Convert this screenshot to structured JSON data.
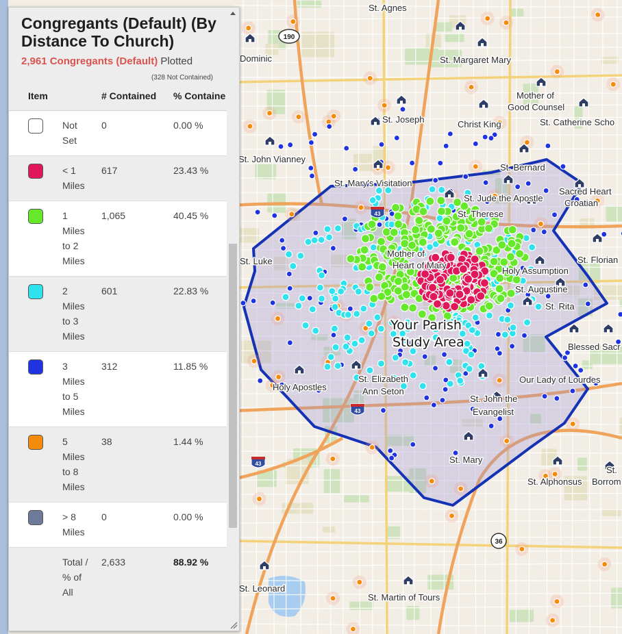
{
  "panel": {
    "title": "Congregants (Default) (By Distance To Church)",
    "plotted_count": "2,961 Congregants (Default)",
    "plotted_suffix": " Plotted",
    "not_contained": "(328 Not Contained)",
    "columns": {
      "item": "Item",
      "contained": "# Contained",
      "percent": "% Containe"
    },
    "rows": [
      {
        "label": "Not Set",
        "contained": "0",
        "percent": "0.00 %",
        "color": "#ffffff"
      },
      {
        "label": "< 1 Miles",
        "contained": "617",
        "percent": "23.43 %",
        "color": "#e0185a"
      },
      {
        "label": "1 Miles to 2 Miles",
        "contained": "1,065",
        "percent": "40.45 %",
        "color": "#66e82b"
      },
      {
        "label": "2 Miles to 3 Miles",
        "contained": "601",
        "percent": "22.83 %",
        "color": "#2ee3ee"
      },
      {
        "label": "3 Miles to 5 Miles",
        "contained": "312",
        "percent": "11.85 %",
        "color": "#1f33e0"
      },
      {
        "label": "5 Miles to 8 Miles",
        "contained": "38",
        "percent": "1.44 %",
        "color": "#f58b0a"
      },
      {
        "label": "> 8 Miles",
        "contained": "0",
        "percent": "0.00 %",
        "color": "#6e7a99"
      }
    ],
    "total": {
      "label": "Total / % of All",
      "contained": "2,633",
      "percent": "88.92 %"
    }
  },
  "map": {
    "study_area": [
      "Your Parish",
      "Study Area"
    ],
    "highway_shields": [
      "190",
      "43",
      "36"
    ],
    "labels": [
      "St. Agnes",
      "Dominic",
      "St. Margaret Mary",
      "Mother of",
      "Good Counsel",
      "St. Joseph",
      "Christ King",
      "St. Catherine Scho",
      "St. John Vianney",
      "St. Bernard",
      "St. Mary's Visitation",
      "St. Jude the Apostle",
      "Sacred Heart",
      "Croatian",
      "St. Therese",
      "Mother of",
      "Heart of Mary",
      "St. Florian",
      "St. Luke",
      "Holy Assumption",
      "St. Augustine",
      "St. Rita",
      "Blessed Sacr",
      "Holy Apostles",
      "St. Elizabeth",
      "Ann Seton",
      "Our Lady of Lourdes",
      "St. John the",
      "Evangelist",
      "St. Mary",
      "St. Alphonsus",
      "Borrom",
      "St.",
      "St. Leonard",
      "St. Martin of Tours"
    ]
  },
  "colors": {
    "under1": "#e0185a",
    "one_to_two": "#66e82b",
    "two_to_three": "#2ee3ee",
    "three_to_five": "#1f33e0",
    "five_to_eight": "#f58b0a",
    "boundary": "#1532b5"
  }
}
